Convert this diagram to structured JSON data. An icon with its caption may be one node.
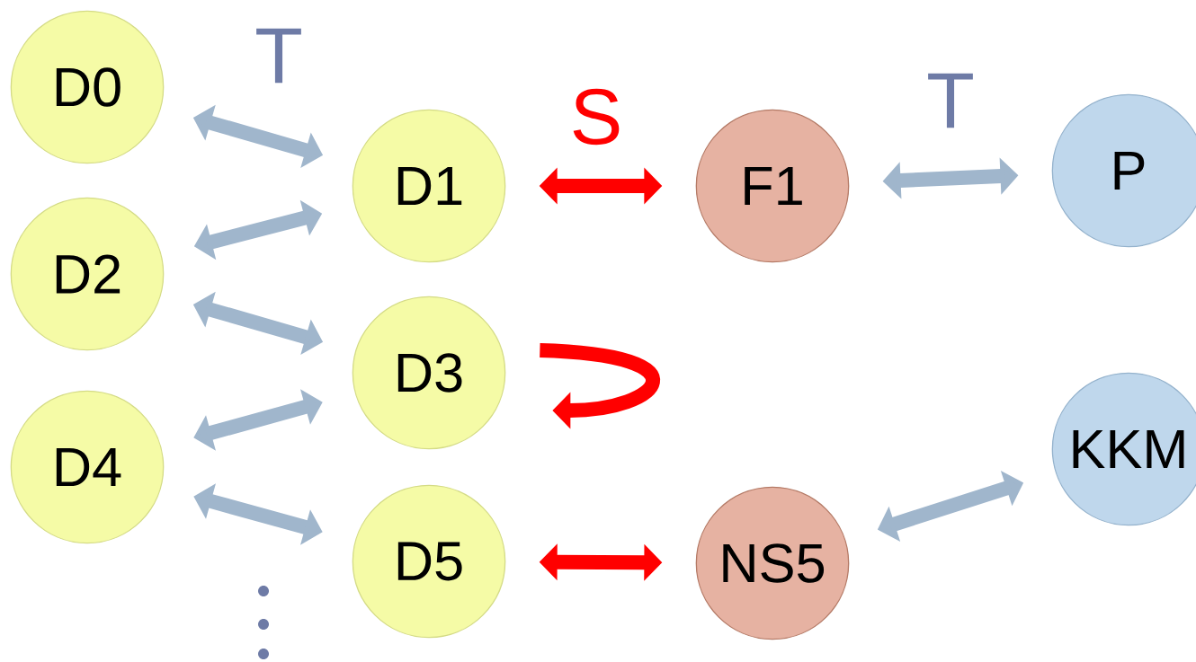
{
  "diagram": {
    "nodes": [
      {
        "text": [
          "D0"
        ]
      },
      {
        "text": [
          "D1"
        ]
      },
      {
        "text": [
          "F1"
        ]
      },
      {
        "text": [
          "P"
        ]
      },
      {
        "text": [
          "D2"
        ]
      },
      {
        "text": [
          "D3"
        ]
      },
      {
        "text": [
          "D4"
        ]
      },
      {
        "text": [
          "KKM"
        ]
      },
      {
        "text": [
          "D5"
        ]
      },
      {
        "text": [
          "NS5"
        ]
      }
    ],
    "edges": [
      {
        "from": 0,
        "to": 1,
        "arrow": "both",
        "label": "T"
      },
      {
        "from": 1,
        "to": 2,
        "arrow": "both",
        "label": "S",
        "color": "#ff0000"
      },
      {
        "from": 2,
        "to": 3,
        "arrow": "both",
        "label": "T"
      },
      {
        "from": 4,
        "to": 1,
        "arrow": "both"
      },
      {
        "from": 4,
        "to": 5,
        "arrow": "both"
      },
      {
        "from": 6,
        "to": 5,
        "arrow": "both"
      },
      {
        "from": 6,
        "to": 8,
        "arrow": "both"
      },
      {
        "from": 5,
        "to": 5,
        "arrow": "to",
        "color": "#ff0000"
      },
      {
        "from": 8,
        "to": 9,
        "arrow": "both",
        "color": "#ff0000"
      },
      {
        "from": 9,
        "to": 7,
        "arrow": "both"
      }
    ]
  }
}
